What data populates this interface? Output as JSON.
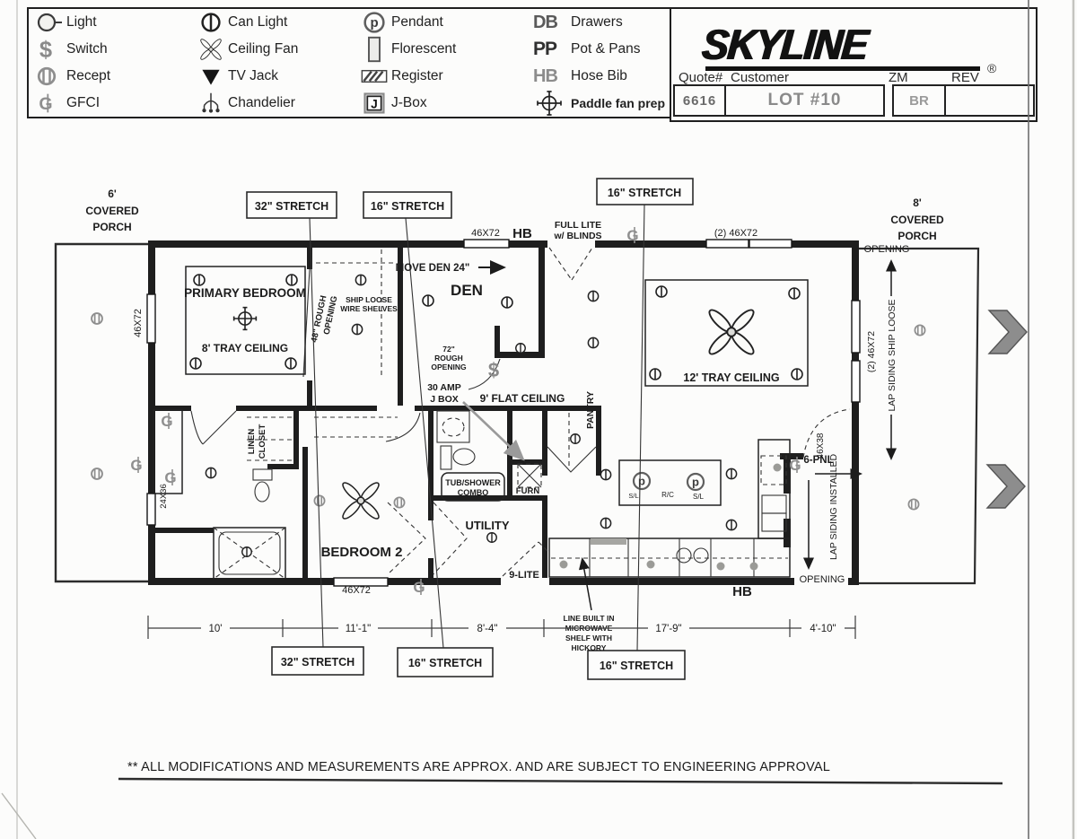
{
  "legend": {
    "col1": [
      {
        "label": "Light"
      },
      {
        "label": "Switch"
      },
      {
        "label": "Recept"
      },
      {
        "label": "GFCI"
      }
    ],
    "col2": [
      {
        "label": "Can Light"
      },
      {
        "label": "Ceiling Fan"
      },
      {
        "label": "TV Jack"
      },
      {
        "label": "Chandelier"
      }
    ],
    "col3": [
      {
        "label": "Pendant"
      },
      {
        "label": "Florescent"
      },
      {
        "label": "Register"
      },
      {
        "label": "J-Box"
      }
    ],
    "col4": [
      {
        "abbr": "DB",
        "label": "Drawers"
      },
      {
        "abbr": "PP",
        "label": "Pot & Pans"
      },
      {
        "abbr": "HB",
        "label": "Hose Bib"
      },
      {
        "abbr": "",
        "label": "Paddle fan prep"
      }
    ]
  },
  "title_block": {
    "brand": "SKYLINE",
    "registered": "®",
    "quote_label": "Quote#",
    "customer_label": "Customer",
    "zm_label": "ZM",
    "rev_label": "REV",
    "quote_value": "6616",
    "customer_value": "LOT #10",
    "zm_value": "BR",
    "rev_value": ""
  },
  "plan": {
    "porch_left": {
      "l1": "6'",
      "l2": "COVERED",
      "l3": "PORCH"
    },
    "porch_right": {
      "l1": "8'",
      "l2": "COVERED",
      "l3": "PORCH"
    },
    "callouts": {
      "stretch32": "32\" STRETCH",
      "stretch16": "16\" STRETCH"
    },
    "rooms": {
      "primary_bedroom": "PRIMARY BEDROOM",
      "den": "DEN",
      "bedroom2": "BEDROOM 2",
      "utility": "UTILITY",
      "pantry": "PANTRY",
      "furn": "FURN",
      "linen1": "LINEN",
      "linen2": "CLOSET"
    },
    "ceilings": {
      "tray8": "8' TRAY CEILING",
      "tray12": "12' TRAY CEILING",
      "flat9": "9' FLAT CEILING"
    },
    "windows": {
      "top": "46X72",
      "top_right": "(2) 46X72",
      "left": "46X72",
      "left_small": "24X36",
      "right": "(2) 46X72",
      "bottom": "46X72",
      "kitchen": "46X38"
    },
    "doors": {
      "full_lite1": "FULL LITE",
      "full_lite2": "w/ BLINDS",
      "nine_lite": "9-LITE",
      "six_pnl": "6-PNL"
    },
    "notes": {
      "move_den": "MOVE DEN 24\"",
      "rough48a": "48\" ROUGH",
      "rough48b": "OPENING",
      "ship1": "SHIP LOOSE",
      "ship2": "WIRE SHELVES",
      "rough72a": "72\"",
      "rough72b": "ROUGH",
      "rough72c": "OPENING",
      "amp1": "30 AMP",
      "amp2": "J BOX",
      "lap_ship": "LAP SIDING SHIP LOOSE",
      "lap_inst": "LAP SIDING INSTALLED",
      "opening": "OPENING",
      "hb": "HB",
      "micro1": "LINE BUILT IN",
      "micro2": "MICROWAVE",
      "micro3": "SHELF WITH",
      "micro4": "HICKORY",
      "tub1": "TUB/SHOWER",
      "tub2": "COMBO",
      "sl": "S/L",
      "rc": "R/C"
    },
    "dims": {
      "d1": "10'",
      "d2": "11'-1\"",
      "d3": "8'-4\"",
      "d4": "17'-9\"",
      "d5": "4'-10\""
    }
  },
  "footer": {
    "note": "** ALL MODIFICATIONS AND MEASUREMENTS ARE APPROX. AND ARE SUBJECT TO ENGINEERING APPROVAL"
  }
}
